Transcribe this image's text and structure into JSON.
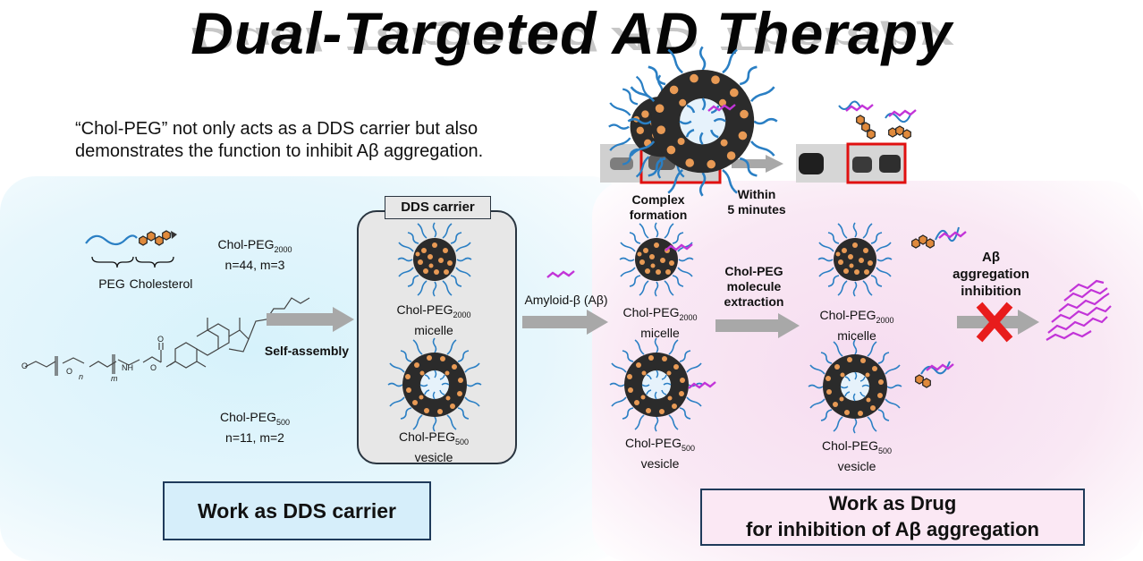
{
  "title": "Dual-Targeted AD Therapy",
  "intro_line1": "“Chol-PEG” not only acts as a DDS carrier but also",
  "intro_line2": "demonstrates the function to inhibit Aβ aggregation.",
  "peg_label": "PEG",
  "cholesterol_label": "Cholesterol",
  "chol_peg_2000": {
    "name": "Chol-PEG",
    "sub": "2000",
    "params": "n=44, m=3"
  },
  "chol_peg_500": {
    "name": "Chol-PEG",
    "sub": "500",
    "params": "n=11, m=2"
  },
  "structure_letters": {
    "n": "n",
    "m": "m",
    "nh": "NH",
    "o": "O"
  },
  "self_assembly": "Self-assembly",
  "dds_carrier": "DDS carrier",
  "micelle": "micelle",
  "vesicle": "vesicle",
  "amyloid": "Amyloid-β (Aβ)",
  "complex_formation_1": "Complex",
  "complex_formation_2": "formation",
  "within_1": "Within",
  "within_2": "5 minutes",
  "extraction_1": "Chol-PEG",
  "extraction_2": "molecule",
  "extraction_3": "extraction",
  "inhibition_1": "Aβ",
  "inhibition_2": "aggregation",
  "inhibition_3": "inhibition",
  "box_dds": "Work as DDS carrier",
  "box_drug_1": "Work as Drug",
  "box_drug_2": "for inhibition of Aβ aggregation",
  "colors": {
    "peg_blue": "#2a7fc4",
    "chol_orange": "#e08a3c",
    "amyloid_magenta": "#c234d8",
    "red_cross": "#e81c1c",
    "gel_red": "#e01010"
  }
}
